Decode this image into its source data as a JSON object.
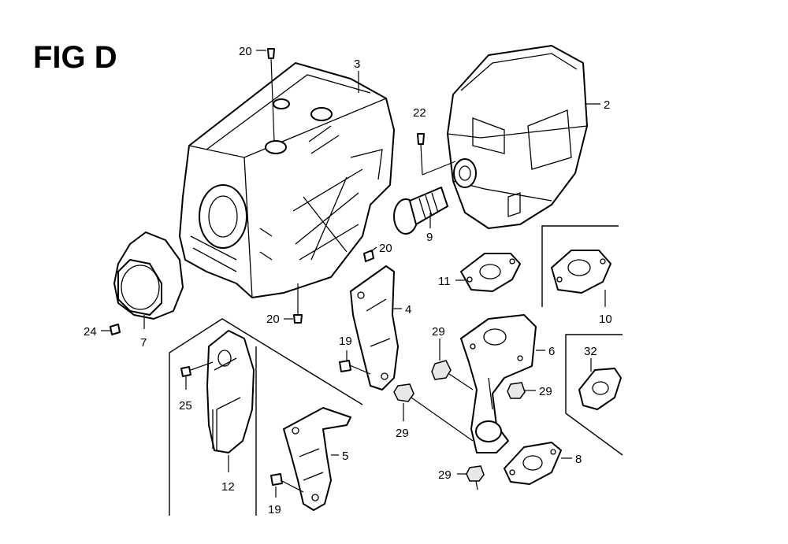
{
  "figure": {
    "title": "FIG D"
  },
  "callouts": {
    "c2": "2",
    "c3": "3",
    "c4": "4",
    "c5": "5",
    "c6": "6",
    "c7": "7",
    "c8": "8",
    "c9": "9",
    "c10": "10",
    "c11": "11",
    "c12": "12",
    "c19a": "19",
    "c19b": "19",
    "c20a": "20",
    "c20b": "20",
    "c20c": "20",
    "c22": "22",
    "c24": "24",
    "c25": "25",
    "c29a": "29",
    "c29b": "29",
    "c29c": "29",
    "c29d": "29",
    "c32": "32"
  }
}
